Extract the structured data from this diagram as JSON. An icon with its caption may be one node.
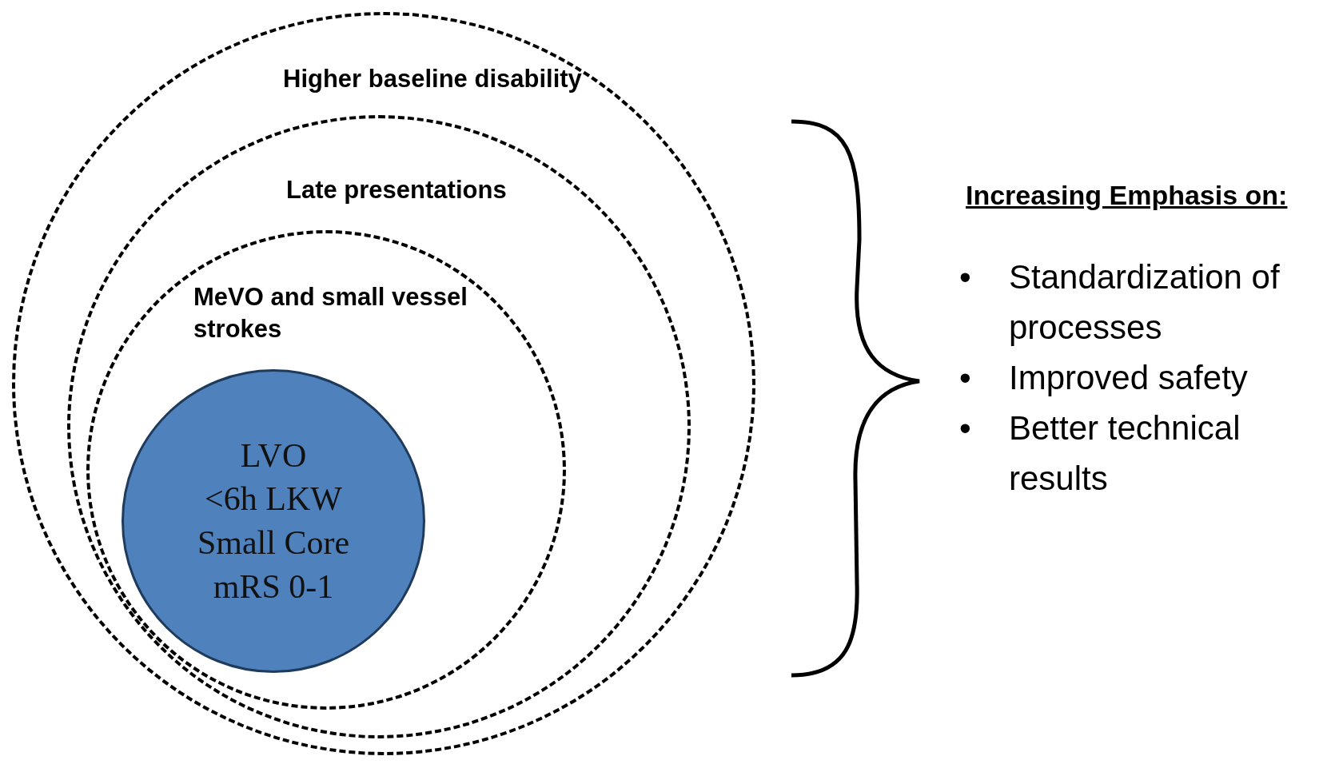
{
  "diagram": {
    "nodes": [
      {
        "text": [
          "Higher baseline disability"
        ]
      },
      {
        "text": [
          "Late presentations"
        ],
        "in": 0
      },
      {
        "text": [
          "MeVO and small vessel strokes"
        ],
        "in": 1
      },
      {
        "text": [
          "LVO",
          "<6h LKW",
          "Small Core",
          "mRS 0-1"
        ],
        "in": 2
      }
    ],
    "edges": [],
    "labels": [
      "Increasing Emphasis on:",
      "•",
      "Standardization of processes",
      "•",
      "Improved safety",
      "•",
      "Better technical results"
    ]
  }
}
